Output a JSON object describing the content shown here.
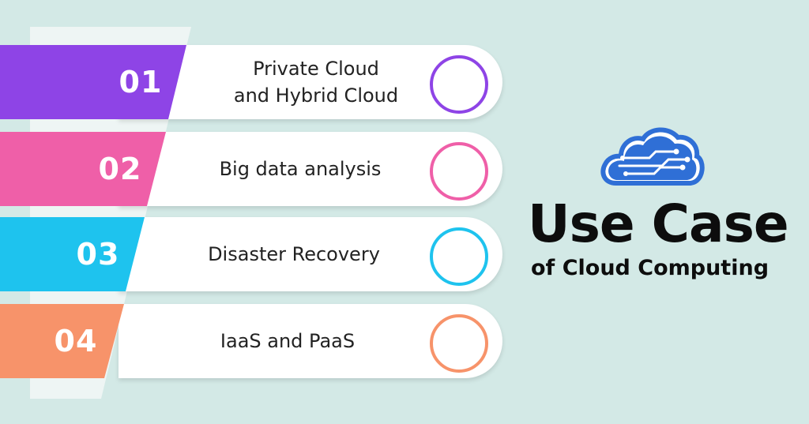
{
  "items": [
    {
      "number": "01",
      "label_line1": "Private Cloud",
      "label_line2": "and Hybrid Cloud",
      "color": "#8e44e6"
    },
    {
      "number": "02",
      "label_line1": "Big data analysis",
      "label_line2": "",
      "color": "#ef5fa8"
    },
    {
      "number": "03",
      "label_line1": "Disaster Recovery",
      "label_line2": "",
      "color": "#1ec3ee"
    },
    {
      "number": "04",
      "label_line1": "IaaS and PaaS",
      "label_line2": "",
      "color": "#f7936a"
    }
  ],
  "title": {
    "main": "Use Case",
    "sub": "of Cloud Computing"
  },
  "logo": {
    "icon": "cloud-circuit-icon",
    "color": "#2f6fd6"
  },
  "background_color": "#d3e9e6"
}
